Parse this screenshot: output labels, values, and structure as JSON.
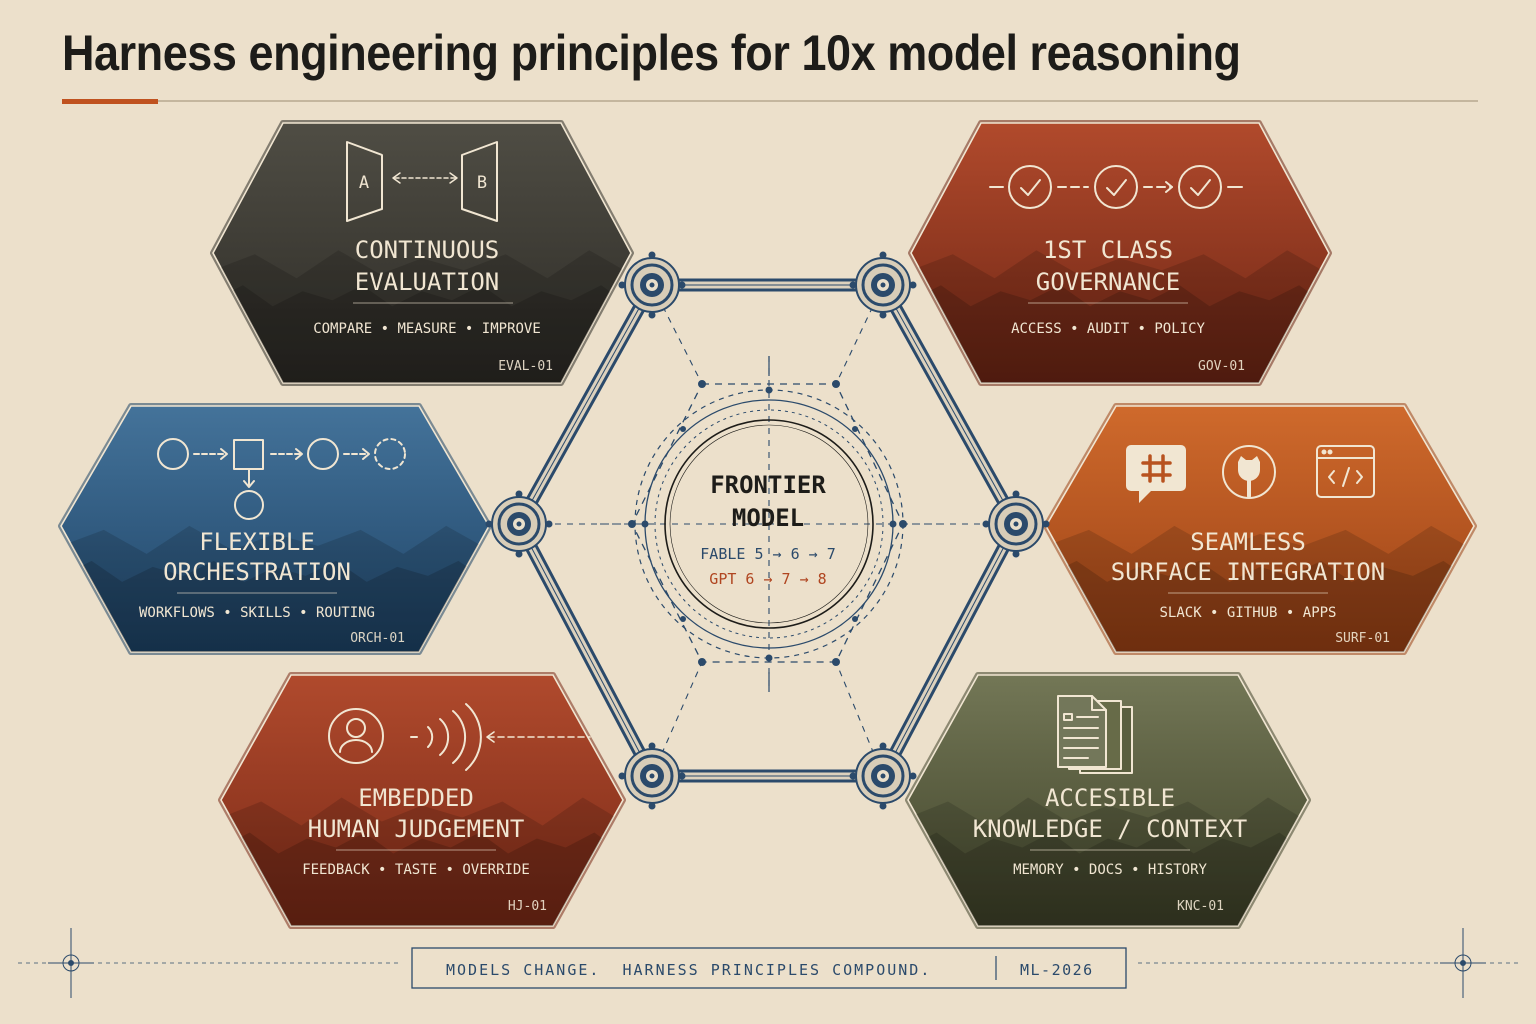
{
  "title": "Harness engineering principles for 10x model reasoning",
  "colors": {
    "background": "#ece0cb",
    "ink": "#1d1c19",
    "accent": "#c0521f",
    "blueprint": "#2b4a6b",
    "cream": "#f1e6d2"
  },
  "center": {
    "title_line1": "FRONTIER",
    "title_line2": "MODEL",
    "seq1": "FABLE 5 → 6 → 7",
    "seq2": "GPT 6 → 7 → 8"
  },
  "hexes": [
    {
      "key": "eval",
      "title_line1": "CONTINUOUS",
      "title_line2": "EVALUATION",
      "tags": "COMPARE • MEASURE • IMPROVE",
      "code": "EVAL-01",
      "color_top": "#4f4d44",
      "color_bottom": "#2d2b26",
      "icon": "compare-ab-icon",
      "icon_a": "A",
      "icon_b": "B"
    },
    {
      "key": "gov",
      "title_line1": "1ST CLASS",
      "title_line2": "GOVERNANCE",
      "tags": "ACCESS • AUDIT • POLICY",
      "code": "GOV-01",
      "color_top": "#b14a2c",
      "color_bottom": "#6e2615",
      "icon": "checkmark-chain-icon"
    },
    {
      "key": "orch",
      "title_line1": "FLEXIBLE",
      "title_line2": "ORCHESTRATION",
      "tags": "WORKFLOWS • SKILLS • ROUTING",
      "code": "ORCH-01",
      "color_top": "#44739a",
      "color_bottom": "#1e4366",
      "icon": "workflow-icon"
    },
    {
      "key": "surf",
      "title_line1": "SEAMLESS",
      "title_line2": "SURFACE INTEGRATION",
      "tags": "SLACK • GITHUB • APPS",
      "code": "SURF-01",
      "color_top": "#cf6a2c",
      "color_bottom": "#9a4116",
      "icon": "integration-icons"
    },
    {
      "key": "hj",
      "title_line1": "EMBEDDED",
      "title_line2": "HUMAN JUDGEMENT",
      "tags": "FEEDBACK • TASTE • OVERRIDE",
      "code": "HJ-01",
      "color_top": "#b04a2d",
      "color_bottom": "#7a2a17",
      "icon": "human-feedback-icon"
    },
    {
      "key": "knc",
      "title_line1": "ACCESIBLE",
      "title_line2": "KNOWLEDGE / CONTEXT",
      "tags": "MEMORY • DOCS • HISTORY",
      "code": "KNC-01",
      "color_top": "#737756",
      "color_bottom": "#3f4229",
      "icon": "documents-icon"
    }
  ],
  "footer": {
    "slogan": "MODELS CHANGE.  HARNESS PRINCIPLES COMPOUND.",
    "code": "ML-2026"
  }
}
